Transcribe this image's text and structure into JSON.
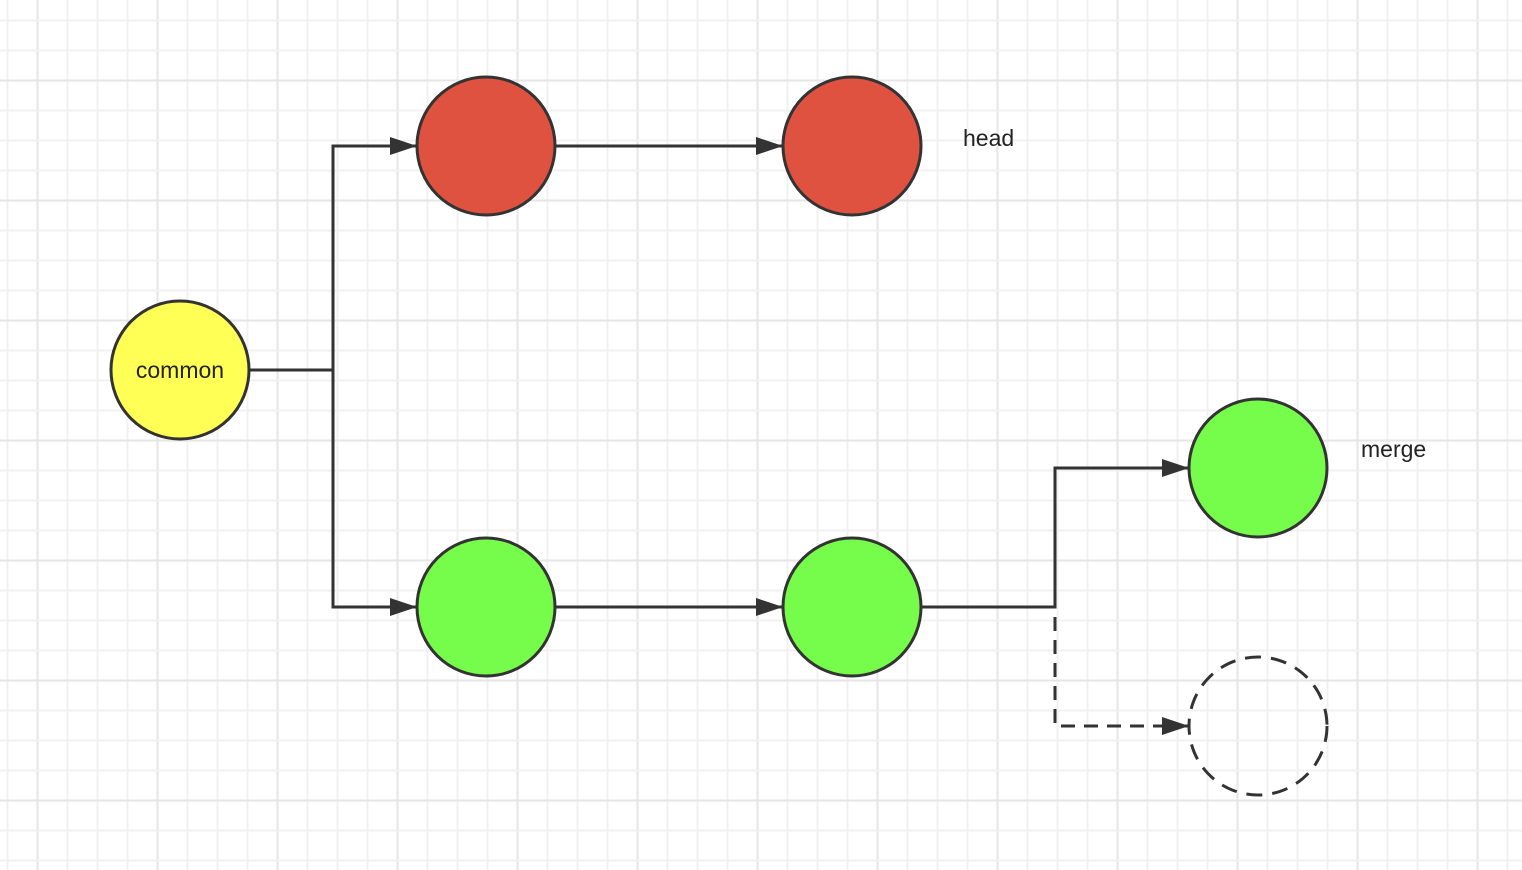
{
  "diagram": {
    "type": "git-branch-merge",
    "colors": {
      "grid_minor": "#f1f1f1",
      "grid_major": "#e6e6e6",
      "stroke": "#333333",
      "red": "#e05240",
      "green": "#76fc4a",
      "yellow": "#ffff55",
      "text": "#222222"
    },
    "nodes": [
      {
        "id": "common",
        "label": "common",
        "fill": "yellow",
        "style": "solid"
      },
      {
        "id": "red1",
        "label": "",
        "fill": "red",
        "style": "solid"
      },
      {
        "id": "red2",
        "label": "",
        "fill": "red",
        "style": "solid"
      },
      {
        "id": "green1",
        "label": "",
        "fill": "green",
        "style": "solid"
      },
      {
        "id": "green2",
        "label": "",
        "fill": "green",
        "style": "solid"
      },
      {
        "id": "merge_node",
        "label": "",
        "fill": "green",
        "style": "solid"
      },
      {
        "id": "pending",
        "label": "",
        "fill": "none",
        "style": "dashed"
      }
    ],
    "edges": [
      {
        "from": "common",
        "to": "red1",
        "style": "solid"
      },
      {
        "from": "common",
        "to": "green1",
        "style": "solid"
      },
      {
        "from": "red1",
        "to": "red2",
        "style": "solid"
      },
      {
        "from": "green1",
        "to": "green2",
        "style": "solid"
      },
      {
        "from": "green2",
        "to": "merge_node",
        "style": "solid"
      },
      {
        "from": "green2",
        "to": "pending",
        "style": "dashed"
      }
    ],
    "annotations": {
      "head": "head",
      "merge": "merge"
    }
  }
}
